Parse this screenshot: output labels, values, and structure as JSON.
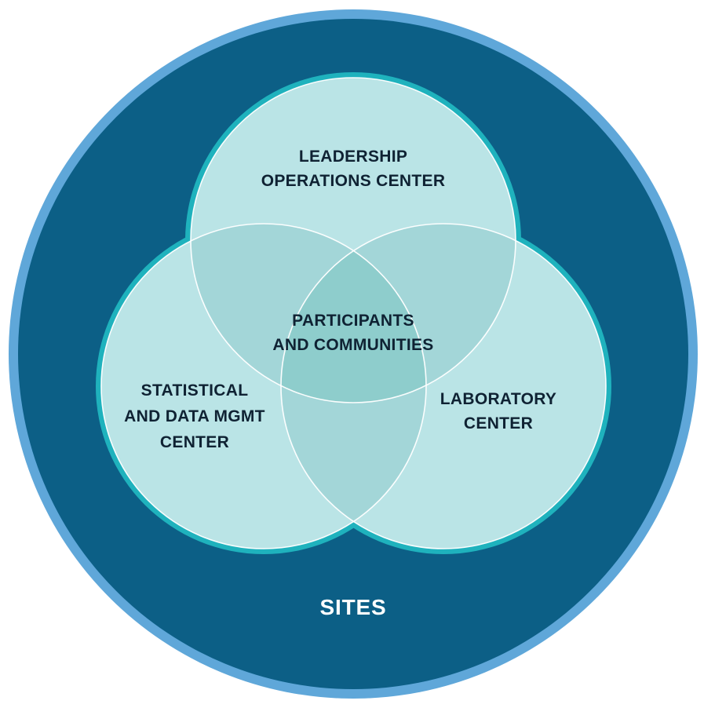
{
  "diagram": {
    "outer": {
      "label": "SITES"
    },
    "circles": [
      {
        "id": "leadership",
        "lines": [
          "LEADERSHIP",
          "OPERATIONS CENTER"
        ]
      },
      {
        "id": "statistical",
        "lines": [
          "STATISTICAL",
          "AND DATA MGMT",
          "CENTER"
        ]
      },
      {
        "id": "laboratory",
        "lines": [
          "LABORATORY",
          "CENTER"
        ]
      }
    ],
    "center": {
      "lines": [
        "PARTICIPANTS",
        "AND COMMUNITIES"
      ]
    }
  },
  "colors": {
    "outer_ring": "#5fa7d9",
    "outer_fill": "#0c5f86",
    "circle_border": "#1fb2bd",
    "circle_fill": "#bae4e6",
    "overlap_fill": "#a3d6d8",
    "center_fill": "#8ecdcc",
    "text_dark": "#0f2233",
    "text_light": "#ffffff"
  }
}
